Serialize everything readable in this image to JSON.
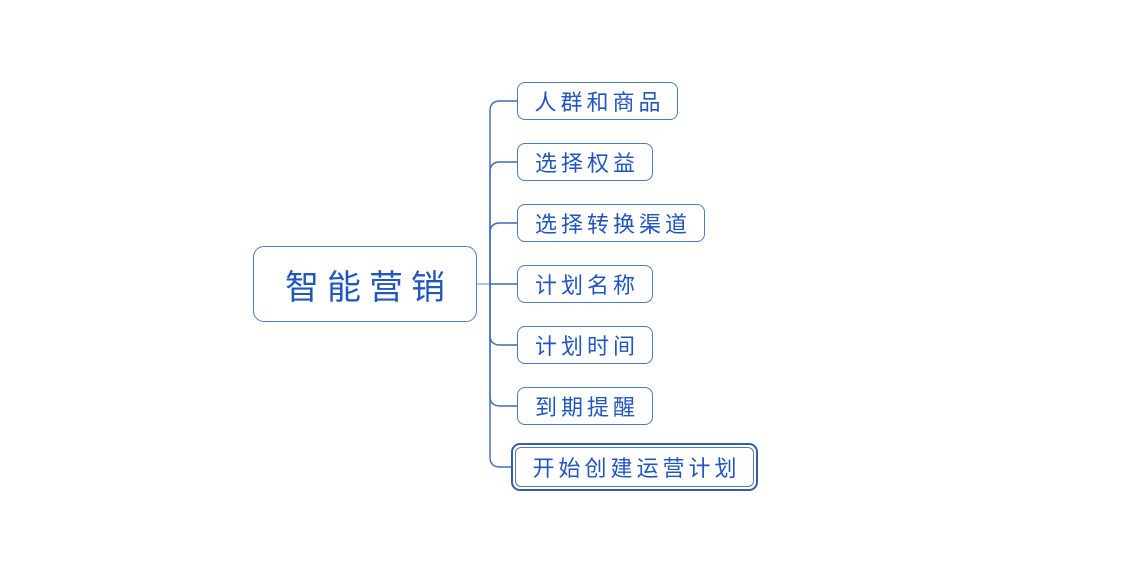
{
  "theme": {
    "background": "#ffffff",
    "node_border_color": "#4d7ac1",
    "line_color": "#3e6cb6",
    "stub_line_color": "#8facd8",
    "selection_border_color": "#3a5ba6",
    "text_color": "#2156c0"
  },
  "mindmap": {
    "root": {
      "label": "智能营销"
    },
    "children": [
      {
        "label": "人群和商品",
        "selected": false
      },
      {
        "label": "选择权益",
        "selected": false
      },
      {
        "label": "选择转换渠道",
        "selected": false
      },
      {
        "label": "计划名称",
        "selected": false
      },
      {
        "label": "计划时间",
        "selected": false
      },
      {
        "label": "到期提醒",
        "selected": false
      },
      {
        "label": "开始创建运营计划",
        "selected": true
      }
    ]
  }
}
